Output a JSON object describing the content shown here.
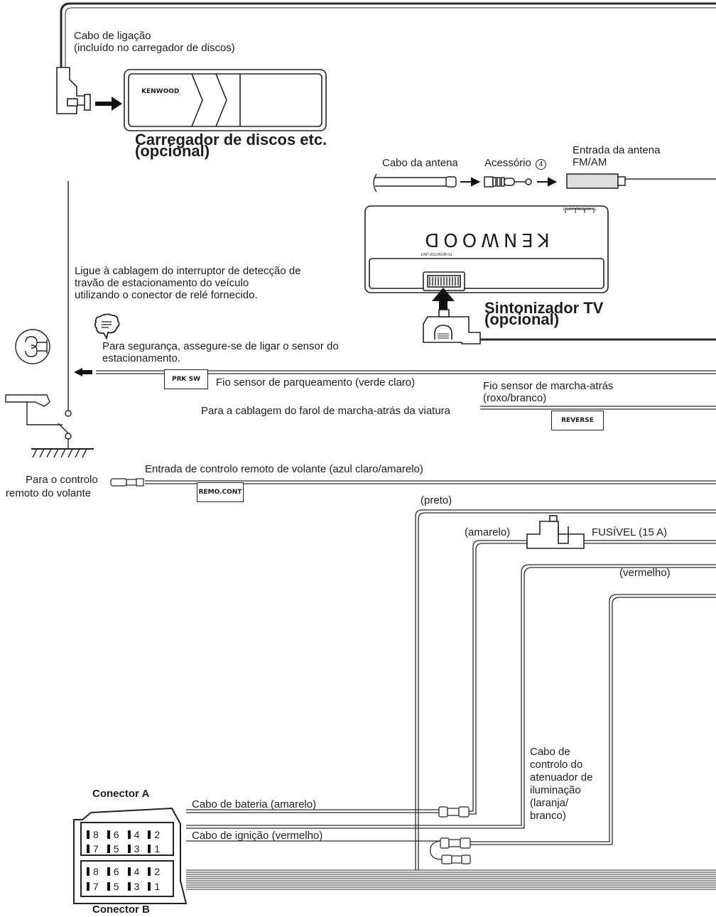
{
  "texts": {
    "cabo_ligacao_1": "Cabo de ligação",
    "cabo_ligacao_2": "(incluído no carregador de discos)",
    "carregador_1": "Carregador de discos etc.",
    "carregador_2": "(opcional)",
    "cabo_antena": "Cabo da antena",
    "acessorio": "Acessório",
    "acessorio_num": "4",
    "entrada_antena_1": "Entrada da antena",
    "entrada_antena_2": "FM/AM",
    "ligue_1": "Ligue à cablagem do interruptor de detecção de",
    "ligue_2": "travão de estacionamento do veículo",
    "ligue_3": "utilizando o conector de relé fornecido.",
    "sintonizador_1": "Sintonizador TV",
    "sintonizador_2": "(opcional)",
    "seguranca_1": "Para segurança, assegure-se de ligar o sensor do",
    "seguranca_2": "estacionamento.",
    "fio_parque": "Fio sensor de parqueamento (verde claro)",
    "fio_marcha_1": "Fio sensor de marcha-atrás",
    "fio_marcha_2": "(roxo/branco)",
    "farol": "Para a cablagem do farol de marcha-atrás da viatura",
    "controlo_1": "Para o controlo",
    "controlo_2": "remoto do volante",
    "entrada_controlo": "Entrada de controlo remoto de volante (azul claro/amarelo)",
    "preto": "(preto)",
    "amarelo": "(amarelo)",
    "fusivel": "FUSÍVEL (15 A)",
    "vermelho": "(vermelho)",
    "atenuador": [
      "Cabo de",
      "controlo do",
      "atenuador de",
      "iluminação",
      "(laranja/",
      "branco)"
    ],
    "conector_a": "Conector A",
    "conector_b": "Conector B",
    "cabo_bateria": "Cabo de bateria (amarelo)",
    "cabo_ignicao": "Cabo de ignição (vermelho)"
  },
  "tags": {
    "prk": "PRK SW",
    "reverse": "REVERSE",
    "remo": "REMO.CONT"
  },
  "logos": {
    "changer": "KENWOOD",
    "tuner": "KENWOOD",
    "tuner_small_1": "TV ANTENNA INPUT",
    "tuner_small_2": "TO MONITOR UNIT"
  },
  "connector_a_pins": {
    "top": [
      "8",
      "6",
      "4",
      "2"
    ],
    "bottom": [
      "7",
      "5",
      "3",
      "1"
    ]
  },
  "connector_b_pins": {
    "top": [
      "8",
      "6",
      "4",
      "2"
    ],
    "bottom": [
      "7",
      "5",
      "3",
      "1"
    ]
  }
}
